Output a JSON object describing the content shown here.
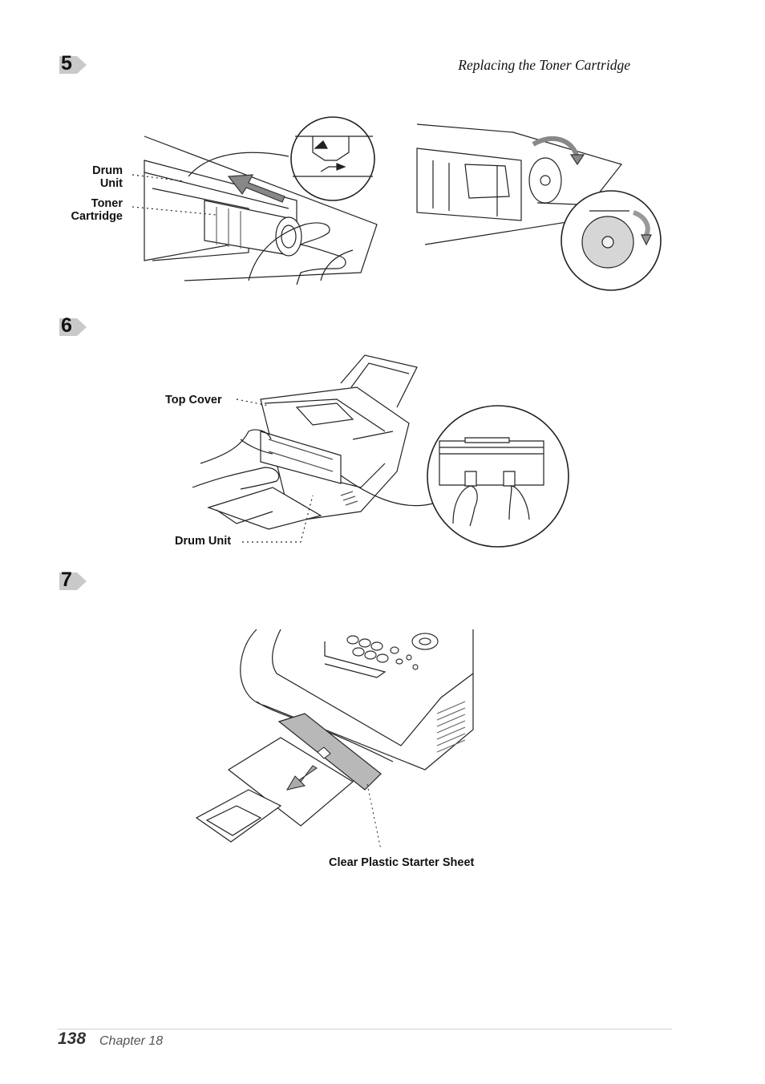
{
  "header": {
    "title": "Replacing the Toner Cartridge"
  },
  "steps": [
    {
      "number": "5"
    },
    {
      "number": "6"
    },
    {
      "number": "7"
    }
  ],
  "figure5": {
    "label_drum_unit": "Drum\nUnit",
    "label_toner": "Toner\nCartridge"
  },
  "figure6": {
    "label_top_cover": "Top Cover",
    "label_drum_unit": "Drum Unit"
  },
  "figure7": {
    "label_starter_sheet": "Clear Plastic Starter Sheet"
  },
  "footer": {
    "page_number": "138",
    "chapter": "Chapter 18"
  }
}
